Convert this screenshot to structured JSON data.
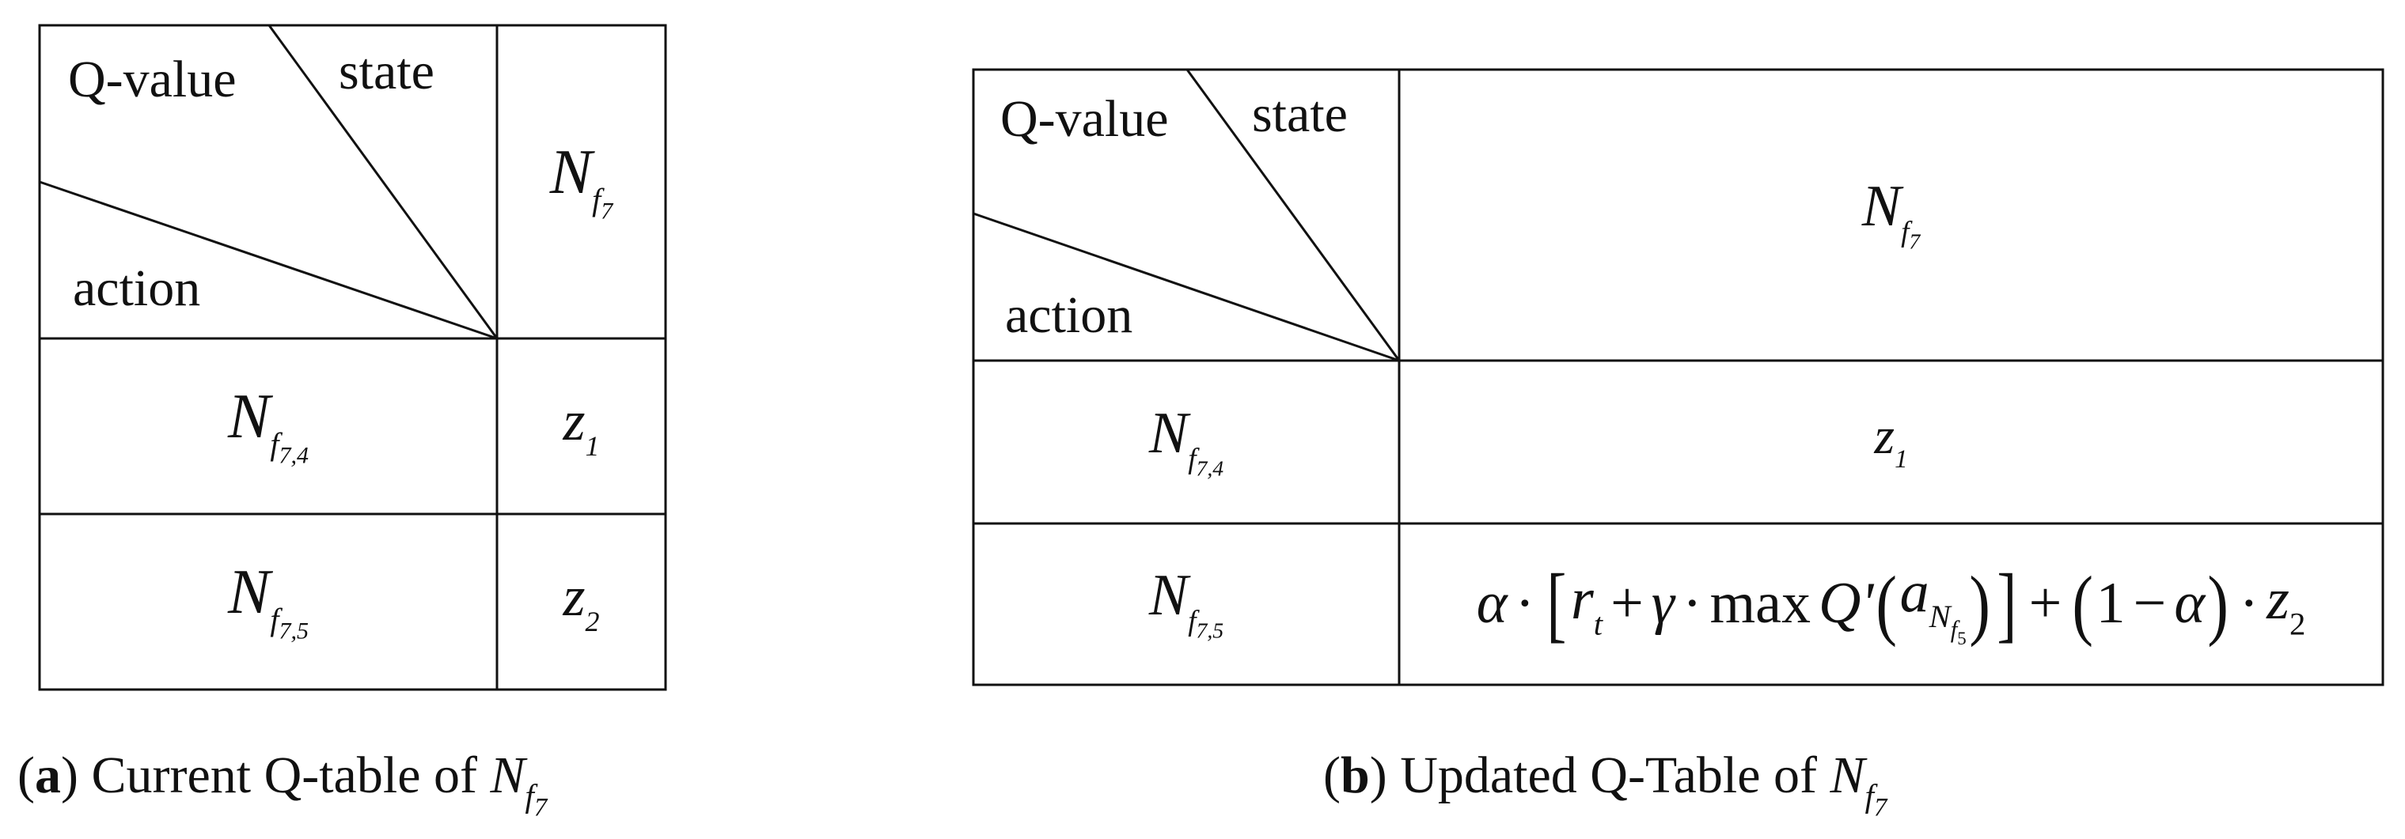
{
  "panel_a": {
    "header_qvalue": "Q-value",
    "header_state": "state",
    "header_action": "action",
    "state_col": {
      "base": "N",
      "sub": "f",
      "subsub": "7"
    },
    "rows": [
      {
        "action": {
          "base": "N",
          "sub": "f",
          "subsub": "7,4"
        },
        "value": {
          "base": "z",
          "sub": "1"
        }
      },
      {
        "action": {
          "base": "N",
          "sub": "f",
          "subsub": "7,5"
        },
        "value": {
          "base": "z",
          "sub": "2"
        }
      }
    ],
    "caption": {
      "label": "a",
      "open_paren": "(",
      "close_paren": ")",
      "text": " Current Q-table of ",
      "math_base": "N",
      "math_sub": "f",
      "math_subsub": "7"
    }
  },
  "panel_b": {
    "header_qvalue": "Q-value",
    "header_state": "state",
    "header_action": "action",
    "state_col": {
      "base": "N",
      "sub": "f",
      "subsub": "7"
    },
    "rows": [
      {
        "action": {
          "base": "N",
          "sub": "f",
          "subsub": "7,4"
        },
        "value": {
          "base": "z",
          "sub": "1"
        }
      },
      {
        "action": {
          "base": "N",
          "sub": "f",
          "subsub": "7,5"
        },
        "formula": {
          "alpha": "α",
          "dot": "·",
          "lbracket": "[",
          "r": "r",
          "r_sub": "t",
          "plus": "+",
          "gamma": "γ",
          "max": "max",
          "q": "Q'",
          "lparen": "(",
          "a": "a",
          "a_sub": "N",
          "a_subsub": "f",
          "a_subsubsub": "5",
          "rparen": ")",
          "rbracket": "]",
          "one": "1",
          "minus": "−",
          "z": "z",
          "z_sub": "2"
        }
      }
    ],
    "caption": {
      "label": "b",
      "open_paren": "(",
      "close_paren": ")",
      "text": " Updated Q-Table of ",
      "math_base": "N",
      "math_sub": "f",
      "math_subsub": "7"
    }
  }
}
